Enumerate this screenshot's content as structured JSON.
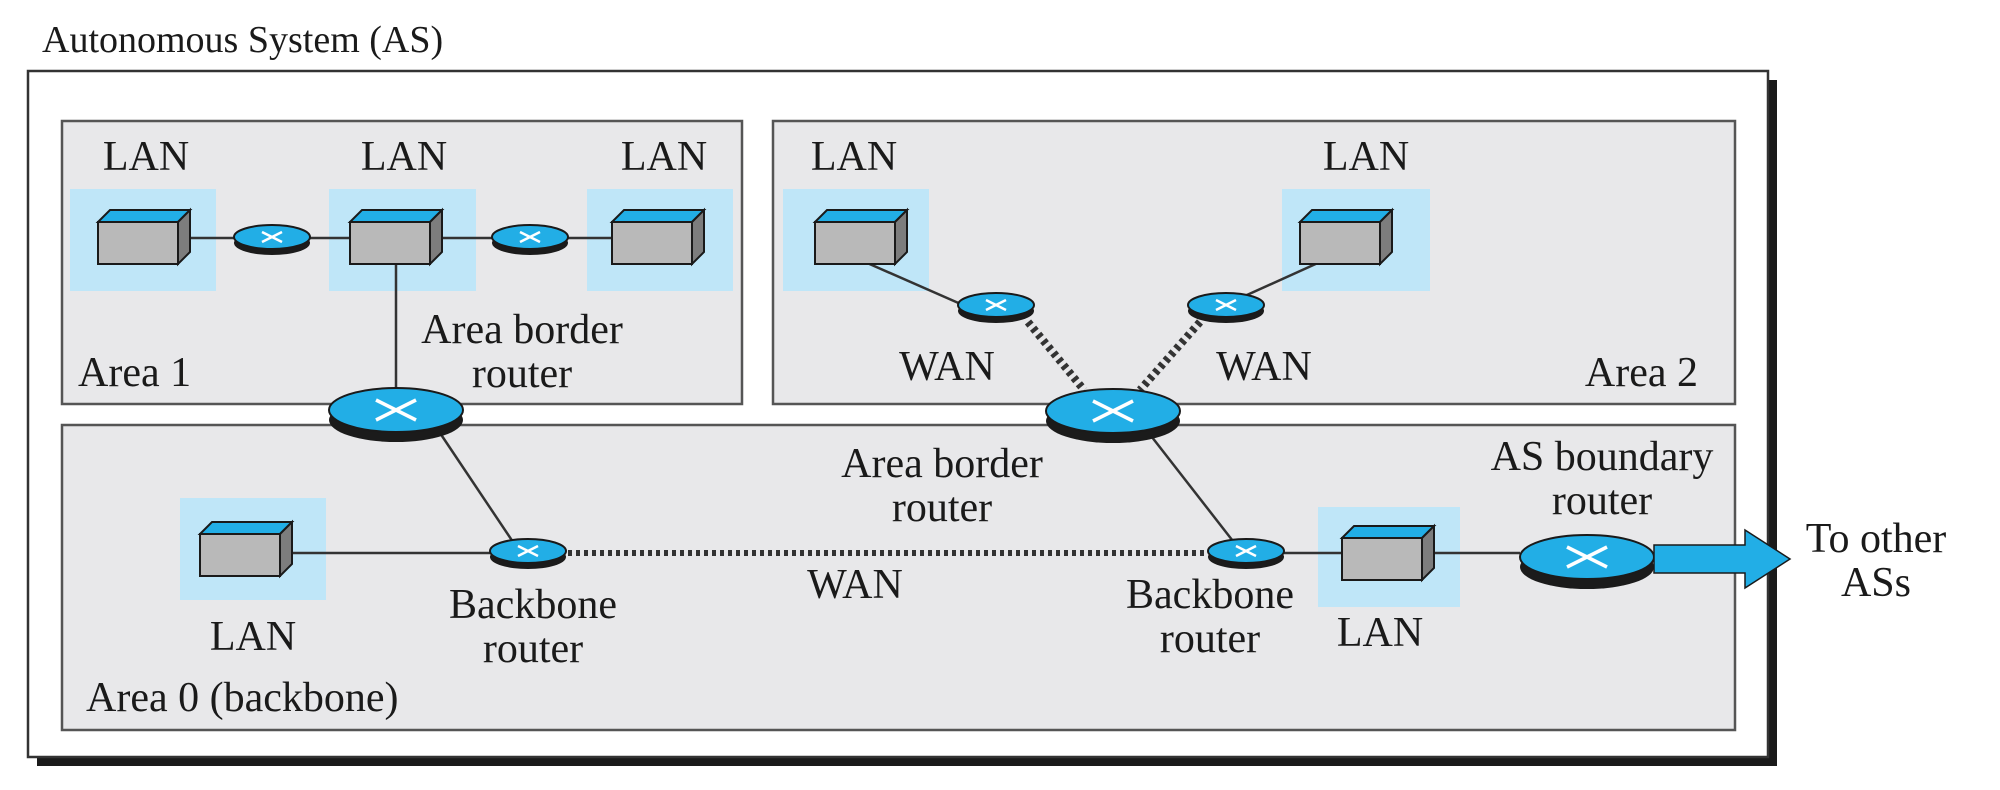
{
  "title": "Autonomous System (AS)",
  "areas": {
    "area1": "Area 1",
    "area2": "Area 2",
    "area0": "Area 0 (backbone)"
  },
  "labels": {
    "lan": "LAN",
    "wan": "WAN",
    "area_border_router": [
      "Area border",
      "router"
    ],
    "backbone_router": [
      "Backbone",
      "router"
    ],
    "as_boundary_router": [
      "AS boundary",
      "router"
    ],
    "to_other_ass": [
      "To other",
      "ASs"
    ]
  },
  "colors": {
    "router_top": "#22aee6",
    "router_base": "#1b1b1b",
    "lan_highlight": "#bfe6f8",
    "device_top": "#22aee6",
    "device_body": "#b9b9b9",
    "area_fill": "#e8e8ea",
    "arrow": "#22aee6"
  }
}
